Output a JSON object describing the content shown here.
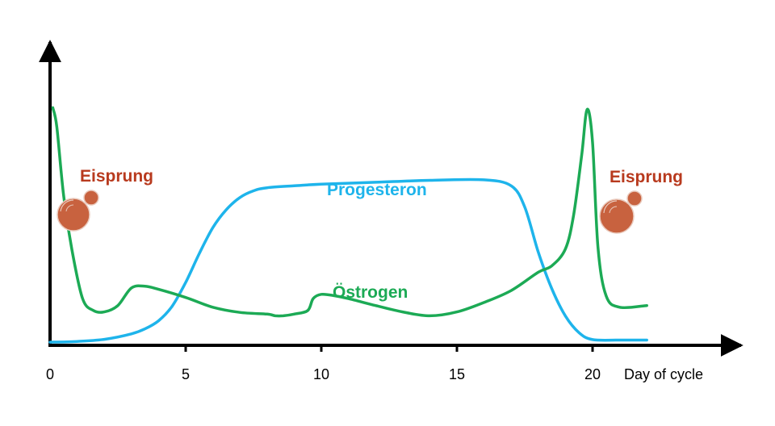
{
  "chart_data": {
    "type": "line",
    "title": "",
    "xlabel": "Day of cycle",
    "ylabel": "",
    "xlim": [
      0,
      25.5
    ],
    "ylim": [
      0,
      100
    ],
    "x_ticks": [
      0,
      5,
      10,
      15,
      20
    ],
    "x_tick_labels": [
      "0",
      "5",
      "10",
      "15",
      "20"
    ],
    "grid": false,
    "y_ticks_shown": false,
    "series": [
      {
        "name": "Progesteron",
        "color": "#1EB4EB",
        "x": [
          0,
          1,
          2,
          3,
          3.5,
          4,
          4.5,
          5,
          5.5,
          6,
          6.5,
          7,
          7.5,
          8,
          9,
          10,
          12,
          14,
          16,
          17,
          17.5,
          18,
          18.5,
          19,
          19.5,
          20,
          21,
          22
        ],
        "y": [
          0.3,
          0.6,
          1.5,
          3.8,
          5.9,
          9.3,
          15.4,
          25.4,
          37.5,
          48.4,
          56.0,
          61.1,
          63.9,
          65.2,
          66.0,
          66.7,
          67.5,
          68.3,
          68.5,
          66.0,
          57.1,
          38.1,
          22.7,
          11.3,
          4.3,
          1.4,
          1.2,
          1.2
        ]
      },
      {
        "name": "Östrogen",
        "color": "#1CAA55",
        "x": [
          0.1,
          0.25,
          0.5,
          0.8,
          1.2,
          1.6,
          2.0,
          2.5,
          3.0,
          3.5,
          4.0,
          5.0,
          6.0,
          7.0,
          8.0,
          8.3,
          8.6,
          9.0,
          9.5,
          9.7,
          10.0,
          10.5,
          11,
          12,
          13,
          14,
          15,
          16,
          17,
          18,
          18.5,
          19.0,
          19.3,
          19.6,
          19.8,
          20.0,
          20.2,
          20.5,
          21,
          22
        ],
        "y": [
          98.8,
          90.7,
          62.0,
          39.5,
          18.6,
          13.6,
          13.0,
          15.7,
          23.1,
          23.8,
          22.5,
          19.1,
          15.0,
          12.8,
          12.1,
          11.4,
          11.4,
          12.1,
          13.6,
          18.6,
          20.4,
          19.8,
          18.6,
          15.7,
          13.0,
          11.4,
          13.0,
          17.0,
          22.0,
          29.7,
          32.4,
          39.5,
          53.6,
          79.0,
          98.1,
          84.2,
          40.2,
          19.8,
          15.0,
          15.7
        ]
      }
    ]
  },
  "labels": {
    "progesteron": "Progesteron",
    "oestrogen": "Östrogen",
    "eisprung_left": "Eisprung",
    "eisprung_right": "Eisprung"
  },
  "colors": {
    "axis": "#000000",
    "eisprung_text": "#B83A1E",
    "egg_fill": "#C8623F",
    "egg_stroke": "#E9C9BC"
  },
  "icons": {
    "ovulation_left": "egg-cell-icon",
    "ovulation_right": "egg-cell-icon"
  }
}
